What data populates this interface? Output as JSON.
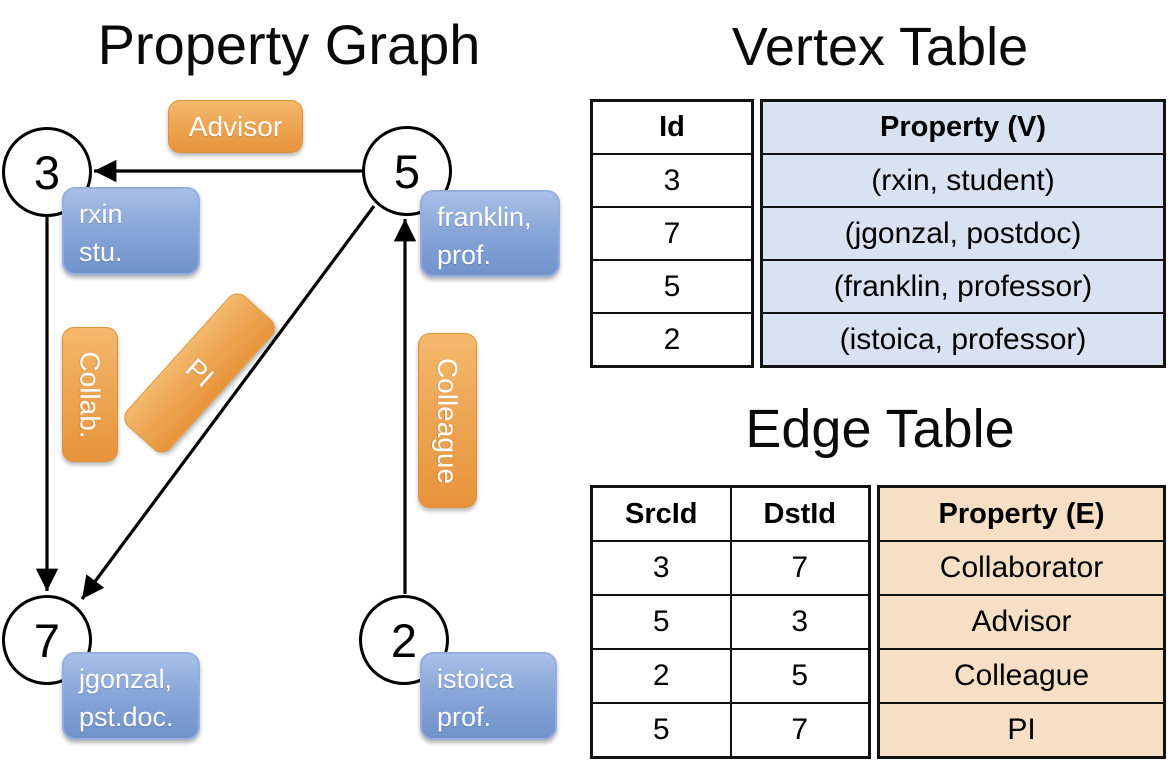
{
  "graph": {
    "title": "Property Graph",
    "vertices": [
      {
        "id": "3",
        "label_lines": [
          "rxin",
          "stu."
        ]
      },
      {
        "id": "5",
        "label_lines": [
          "franklin,",
          "prof."
        ]
      },
      {
        "id": "7",
        "label_lines": [
          "jgonzal,",
          "pst.doc."
        ]
      },
      {
        "id": "2",
        "label_lines": [
          "istoica",
          "prof."
        ]
      }
    ],
    "edge_labels": {
      "advisor": "Advisor",
      "collab": "Collab.",
      "pi": "PI",
      "colleague": "Colleague"
    }
  },
  "vertex_table": {
    "title": "Vertex Table",
    "columns": {
      "id": "Id",
      "property": "Property (V)"
    },
    "rows": [
      {
        "id": "3",
        "property": "(rxin, student)"
      },
      {
        "id": "7",
        "property": "(jgonzal, postdoc)"
      },
      {
        "id": "5",
        "property": "(franklin, professor)"
      },
      {
        "id": "2",
        "property": "(istoica, professor)"
      }
    ]
  },
  "edge_table": {
    "title": "Edge Table",
    "columns": {
      "src": "SrcId",
      "dst": "DstId",
      "property": "Property (E)"
    },
    "rows": [
      {
        "src": "3",
        "dst": "7",
        "property": "Collaborator"
      },
      {
        "src": "5",
        "dst": "3",
        "property": "Advisor"
      },
      {
        "src": "2",
        "dst": "5",
        "property": "Colleague"
      },
      {
        "src": "5",
        "dst": "7",
        "property": "PI"
      }
    ]
  },
  "colors": {
    "edge_label_fill": "#ED9F4C",
    "vertex_label_fill": "#7E9DD4",
    "vertex_table_property_fill": "#D9E2F1",
    "edge_table_property_fill": "#F6DFC5",
    "line": "#000000"
  }
}
